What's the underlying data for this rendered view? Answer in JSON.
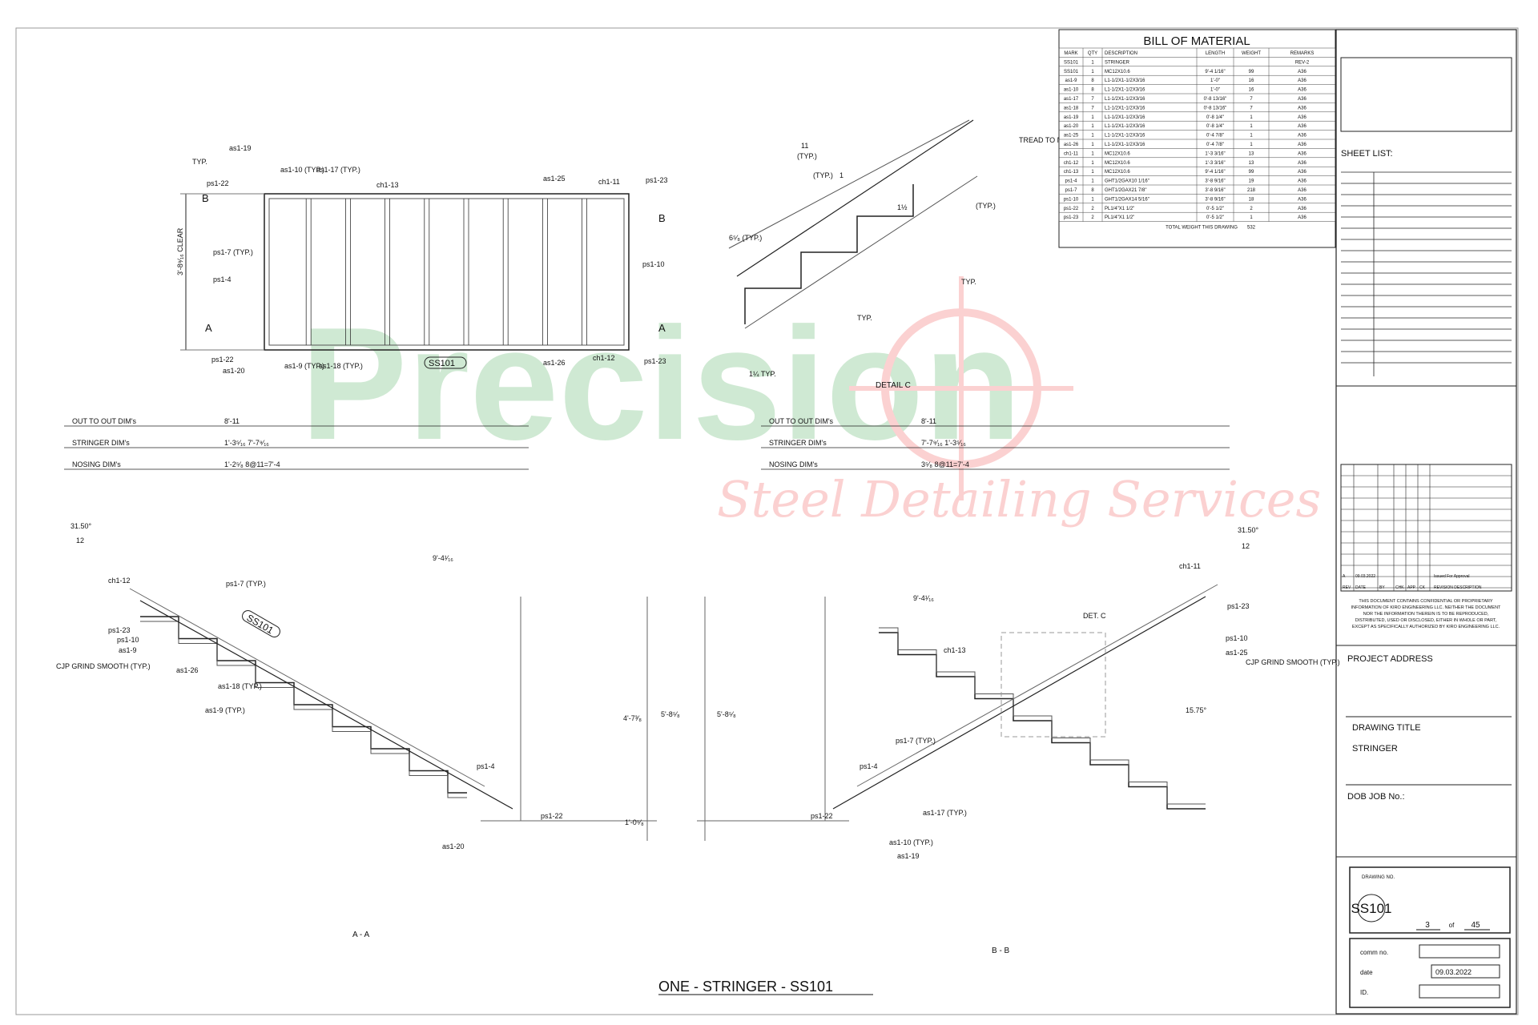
{
  "sheet_title": "ONE - STRINGER - SS101",
  "watermark": {
    "logo": "Precision",
    "tagline": "Steel Detailing Services"
  },
  "bom": {
    "title": "BILL OF MATERIAL",
    "headers": [
      "MARK",
      "QTY",
      "DESCRIPTION",
      "LENGTH",
      "WEIGHT",
      "REMARKS"
    ],
    "rows": [
      [
        "SS101",
        "1",
        "STRINGER",
        "",
        "",
        "REV-2"
      ],
      [
        "SS101",
        "1",
        "MC12X10.6",
        "9'-4 1/16\"",
        "99",
        "A36"
      ],
      [
        "as1-9",
        "8",
        "L1-1/2X1-1/2X3/16",
        "1'-0\"",
        "16",
        "A36"
      ],
      [
        "as1-10",
        "8",
        "L1-1/2X1-1/2X3/16",
        "1'-0\"",
        "16",
        "A36"
      ],
      [
        "as1-17",
        "7",
        "L1-1/2X1-1/2X3/16",
        "0'-8 13/16\"",
        "7",
        "A36"
      ],
      [
        "as1-18",
        "7",
        "L1-1/2X1-1/2X3/16",
        "0'-8 13/16\"",
        "7",
        "A36"
      ],
      [
        "as1-19",
        "1",
        "L1-1/2X1-1/2X3/16",
        "0'-8 1/4\"",
        "1",
        "A36"
      ],
      [
        "as1-20",
        "1",
        "L1-1/2X1-1/2X3/16",
        "0'-8 1/4\"",
        "1",
        "A36"
      ],
      [
        "as1-25",
        "1",
        "L1-1/2X1-1/2X3/16",
        "0'-4 7/8\"",
        "1",
        "A36"
      ],
      [
        "as1-26",
        "1",
        "L1-1/2X1-1/2X3/16",
        "0'-4 7/8\"",
        "1",
        "A36"
      ],
      [
        "ch1-11",
        "1",
        "MC12X10.6",
        "1'-3 3/16\"",
        "13",
        "A36"
      ],
      [
        "ch1-12",
        "1",
        "MC12X10.6",
        "1'-3 3/16\"",
        "13",
        "A36"
      ],
      [
        "ch1-13",
        "1",
        "MC12X10.6",
        "9'-4 1/16\"",
        "99",
        "A36"
      ],
      [
        "ps1-4",
        "1",
        "GHT1/2GAX10 1/16\"",
        "3'-8 9/16\"",
        "19",
        "A36"
      ],
      [
        "ps1-7",
        "8",
        "GHT1/2GAX21 7/8\"",
        "3'-8 9/16\"",
        "218",
        "A36"
      ],
      [
        "ps1-10",
        "1",
        "GHT1/2GAX14 5/16\"",
        "3'-8 9/16\"",
        "18",
        "A36"
      ],
      [
        "ps1-22",
        "2",
        "PL1/4\"X1 1/2\"",
        "0'-5 1/2\"",
        "2",
        "A36"
      ],
      [
        "ps1-23",
        "2",
        "PL1/4\"X1 1/2\"",
        "0'-5 1/2\"",
        "1",
        "A36"
      ]
    ],
    "total_label": "TOTAL WEIGHT THIS DRAWING",
    "total_value": "532"
  },
  "title_block": {
    "sheet_list_label": "SHEET LIST:",
    "rev_row": [
      "A",
      "09.03.2022",
      "",
      "",
      "",
      "",
      "Issued For Approval"
    ],
    "rev_headers": [
      "REV",
      "DATE",
      "BY",
      "CHK",
      "APP",
      "CK",
      "REVISION DESCRIPTION"
    ],
    "notice": [
      "THIS DOCUMENT CONTAINS CONFIDENTIAL OR PROPRIETARY",
      "INFORMATION OF KIRO ENGINEERING LLC. NEITHER THE DOCUMENT",
      "NOR THE INFORMATION THEREIN IS TO BE REPRODUCED,",
      "DISTRIBUTED, USED OR DISCLOSED, EITHER IN WHOLE OR PART,",
      "EXCEPT AS SPECIFICALLY AUTHORIZED BY KIRO ENGINEERING LLC."
    ],
    "project_address_label": "PROJECT ADDRESS",
    "drawing_title_label": "DRAWING TITLE",
    "drawing_title": "STRINGER",
    "dob_label": "DOB JOB No.:",
    "drawing_no_label": "DRAWING NO.",
    "drawing_no": "SS101",
    "sheet_num": "3",
    "of_label": "of",
    "sheet_total": "45",
    "comm_label": "comm  no.",
    "date_label": "date",
    "date_value": "09.03.2022",
    "id_label": "ID."
  },
  "plan_view": {
    "mark": "SS101",
    "clear_dim": "3'-8⁹⁄₁₆ CLEAR",
    "labels": [
      "TYP.",
      "as1-19",
      "as1-10 (TYP.)",
      "as1-17 (TYP.)",
      "ps1-22",
      "ch1-13",
      "as1-25",
      "ch1-11",
      "ps1-23",
      "ps1-7 (TYP.)",
      "ps1-4",
      "ps1-10",
      "ps1-22",
      "as1-20",
      "as1-9 (TYP.)",
      "as1-18 (TYP.)",
      "as1-26",
      "ch1-12",
      "ps1-23"
    ],
    "section_a": "A",
    "section_b": "B"
  },
  "detail_c": {
    "caption": "DETAIL C",
    "labels": [
      "11",
      "(TYP.)",
      "(TYP.)",
      "1",
      "TREAD TO NOSING",
      "6⁵⁄₈ (TYP.)",
      "1½",
      "(TYP.)",
      "TYP.",
      "TYP.",
      "1¼ TYP."
    ]
  },
  "section_aa": {
    "caption": "A - A",
    "rows": [
      {
        "label": "OUT TO OUT DIM's",
        "value": "8'-11"
      },
      {
        "label": "STRINGER DIM's",
        "value": "1'-3⁵⁄₁₆      7'-7⁹⁄₁₆"
      },
      {
        "label": "NOSING DIM's",
        "value": "1'-2⁵⁄₈      8@11=7'-4"
      }
    ],
    "mark": "SS101",
    "labels": [
      "31.50°",
      "12",
      "ch1-12",
      "ps1-23",
      "ps1-10",
      "as1-9",
      "CJP GRIND SMOOTH (TYP.)",
      "as1-26",
      "ps1-7 (TYP.)",
      "as1-18 (TYP.)",
      "as1-9 (TYP.)",
      "ps1-4",
      "ps1-22",
      "as1-20",
      "9'-4¹⁄₁₆",
      "5'-8⁵⁄₈",
      "4'-7³⁄₈",
      "1'-0⁵⁄₈"
    ]
  },
  "section_bb": {
    "caption": "B - B",
    "rows": [
      {
        "label": "OUT TO OUT DIM's",
        "value": "8'-11"
      },
      {
        "label": "STRINGER DIM's",
        "value": "7'-7⁹⁄₁₆      1'-3⁵⁄₁₆"
      },
      {
        "label": "NOSING DIM's",
        "value": "3⁵⁄₈      8@11=7'-4"
      }
    ],
    "labels": [
      "31.50°",
      "12",
      "ch1-11",
      "ps1-23",
      "ps1-10",
      "as1-25",
      "CJP GRIND SMOOTH (TYP.)",
      "DET. C",
      "ch1-13",
      "ps1-7 (TYP.)",
      "ps1-4",
      "ps1-22",
      "as1-17 (TYP.)",
      "as1-10 (TYP.)",
      "as1-19",
      "9'-4¹⁄₁₆",
      "5'-8⁵⁄₈",
      "15.75°"
    ]
  }
}
